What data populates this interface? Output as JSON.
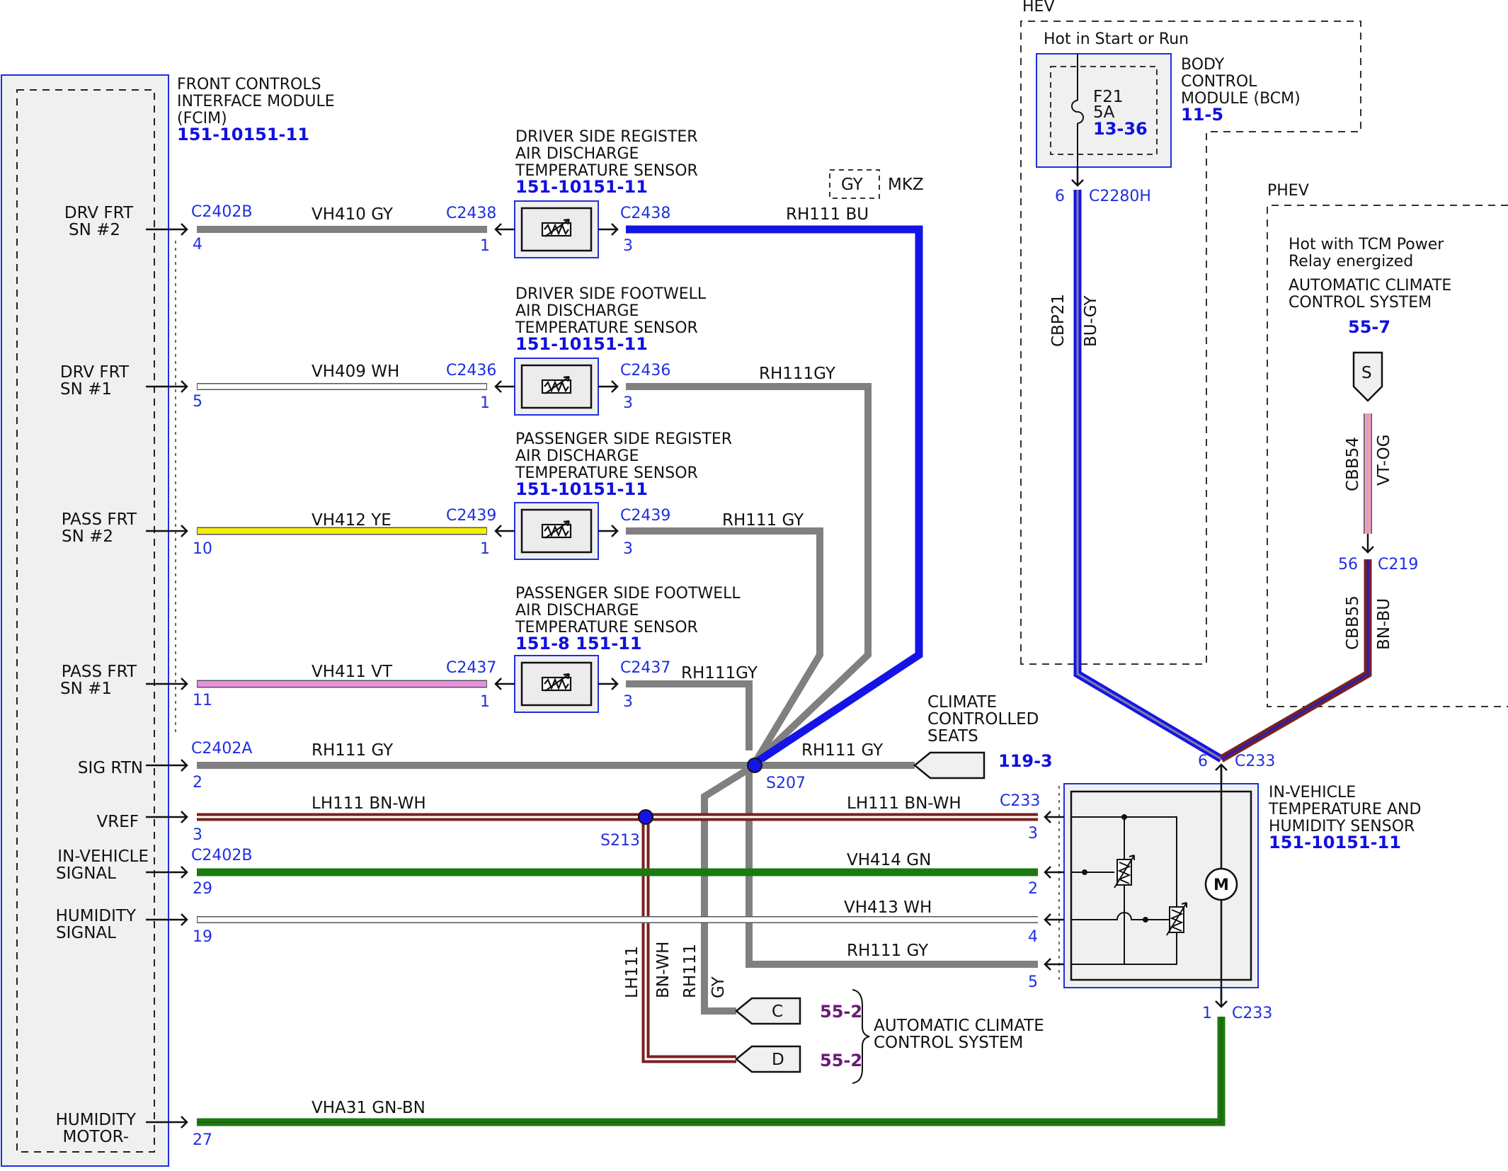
{
  "fcim": {
    "title_lines": [
      "FRONT CONTROLS",
      "INTERFACE MODULE",
      "(FCIM)"
    ],
    "ref": "151-10151-11",
    "pins": [
      {
        "label_lines": [
          "DRV FRT",
          "SN #2"
        ],
        "connector": "C2402B",
        "pin": "4"
      },
      {
        "label_lines": [
          "DRV FRT",
          "SN #1"
        ],
        "connector": "",
        "pin": "5"
      },
      {
        "label_lines": [
          "PASS FRT",
          "SN #2"
        ],
        "connector": "",
        "pin": "10"
      },
      {
        "label_lines": [
          "PASS FRT",
          "SN #1"
        ],
        "connector": "",
        "pin": "11"
      },
      {
        "label_lines": [
          "SIG RTN"
        ],
        "connector": "C2402A",
        "pin": "2"
      },
      {
        "label_lines": [
          "VREF"
        ],
        "connector": "",
        "pin": "3"
      },
      {
        "label_lines": [
          "IN-VEHICLE",
          "SIGNAL"
        ],
        "connector": "C2402B",
        "pin": "29"
      },
      {
        "label_lines": [
          "HUMIDITY",
          "SIGNAL"
        ],
        "connector": "",
        "pin": "19"
      },
      {
        "label_lines": [
          "HUMIDITY",
          "MOTOR-"
        ],
        "connector": "",
        "pin": "27"
      }
    ]
  },
  "sensors": [
    {
      "title_lines": [
        "DRIVER SIDE REGISTER",
        "AIR DISCHARGE",
        "TEMPERATURE SENSOR"
      ],
      "ref": "151-10151-11",
      "connector": "C2438",
      "pin_in": "1",
      "pin_out": "3",
      "wire_in": "VH410   GY",
      "wire_out": "RH111 BU"
    },
    {
      "title_lines": [
        "DRIVER SIDE FOOTWELL",
        "AIR DISCHARGE",
        "TEMPERATURE SENSOR"
      ],
      "ref": "151-10151-11",
      "connector": "C2436",
      "pin_in": "1",
      "pin_out": "3",
      "wire_in": "VH409   WH",
      "wire_out": "RH111GY"
    },
    {
      "title_lines": [
        "PASSENGER SIDE REGISTER",
        "AIR DISCHARGE",
        "TEMPERATURE SENSOR"
      ],
      "ref": "151-10151-11",
      "connector": "C2439",
      "pin_in": "1",
      "pin_out": "3",
      "wire_in": "VH412   YE",
      "wire_out": "RH111 GY"
    },
    {
      "title_lines": [
        "PASSENGER SIDE FOOTWELL",
        "AIR DISCHARGE",
        "TEMPERATURE SENSOR"
      ],
      "ref": "151-8   151-11",
      "connector": "C2437",
      "pin_in": "1",
      "pin_out": "3",
      "wire_in": "VH411   VT",
      "wire_out": "RH111GY"
    }
  ],
  "mkz": {
    "gy": "GY",
    "label": "MKZ"
  },
  "main_wires": {
    "sig_rtn": "RH111   GY",
    "sig_rtn_right": "RH111 GY",
    "vref": "LH111   BN-WH",
    "vref_right": "LH111   BN-WH",
    "in_vehicle": "VH414   GN",
    "humidity": "VH413   WH",
    "return_gy": "RH111   GY",
    "humidity_motor": "VHA31   GN-BN"
  },
  "splices": {
    "s207": "S207",
    "s213": "S213"
  },
  "climate_seats": {
    "label_lines": [
      "CLIMATE",
      "CONTROLLED",
      "SEATS"
    ],
    "ref": "119-3"
  },
  "acc_bottom": {
    "c_label": "C",
    "d_label": "D",
    "ref": "55-2",
    "label_lines": [
      "AUTOMATIC CLIMATE",
      "CONTROL SYSTEM"
    ],
    "wire_rh": "RH111",
    "wire_gy": "GY",
    "wire_lh": "LH111",
    "wire_bnwh": "BN-WH"
  },
  "hev": {
    "tag": "HEV",
    "power_label": "Hot in Start or Run",
    "fuse": "F21",
    "fuse_amp": "5A",
    "fuse_ref": "13-36",
    "bcm_lines": [
      "BODY",
      "CONTROL",
      "MODULE (BCM)"
    ],
    "bcm_ref": "11-5",
    "connector": "C2280H",
    "pin": "6",
    "wire_circuit": "CBP21",
    "wire_color": "BU-GY"
  },
  "phev": {
    "tag": "PHEV",
    "power_lines": [
      "Hot with TCM Power",
      "Relay energized"
    ],
    "acc_lines": [
      "AUTOMATIC CLIMATE",
      "CONTROL SYSTEM"
    ],
    "ref": "55-7",
    "s_label": "S",
    "wire1_circuit": "CBB54",
    "wire1_color": "VT-OG",
    "connector": "C219",
    "pin": "56",
    "wire2_circuit": "CBB55",
    "wire2_color": "BN-BU"
  },
  "ivths": {
    "title_lines": [
      "IN-VEHICLE",
      "TEMPERATURE AND",
      "HUMIDITY SENSOR"
    ],
    "ref": "151-10151-11",
    "connector": "C233",
    "pins_left": [
      "3",
      "2",
      "4",
      "5"
    ],
    "pin_top": "6",
    "pin_bottom": "1"
  },
  "colors": {
    "gy": "#808080",
    "bu": "#1414e6",
    "yellow": "#f5f000",
    "violet": "#e890e0",
    "green": "#1a7a10",
    "brown": "#7a2020",
    "pin_blue": "#1f2fe0",
    "ref_purple": "#6a1a78",
    "box_fill": "#f0f0f0"
  }
}
